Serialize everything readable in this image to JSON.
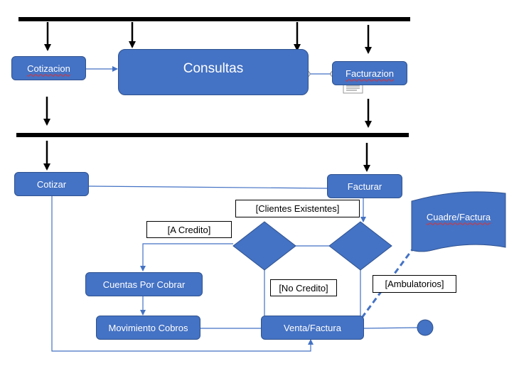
{
  "nodes": {
    "cotizacion": "Cotizacion",
    "consultas": "Consultas",
    "facturazion": "Facturazion",
    "cotizar": "Cotizar",
    "facturar": "Facturar",
    "cuentas_por_cobrar": "Cuentas Por Cobrar",
    "movimiento_cobros": "Movimiento Cobros",
    "venta_factura": "Venta/Factura",
    "cuadre_factura": "Cuadre/Factura"
  },
  "guards": {
    "clientes_existentes": "[Clientes Existentes]",
    "a_credito": "[A Credito]",
    "no_credito": "[No Credito]",
    "ambulatorios": "[Ambulatorios]"
  },
  "colors": {
    "node_fill": "#4472c4",
    "node_border": "#2f528f",
    "connector": "#4472c4",
    "bar": "#000000",
    "spell_underline": "#e03030"
  }
}
